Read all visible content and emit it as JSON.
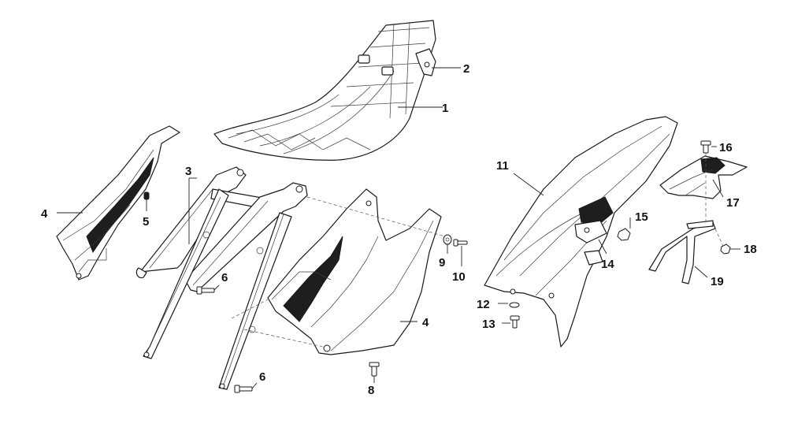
{
  "callouts": [
    {
      "id": "seat",
      "label": "1"
    },
    {
      "id": "seat-bracket",
      "label": "2"
    },
    {
      "id": "subframe",
      "label": "3"
    },
    {
      "id": "side-panel-left",
      "label": "4"
    },
    {
      "id": "clip",
      "label": "5"
    },
    {
      "id": "screw-subframe-upper",
      "label": "6"
    },
    {
      "id": "screw-subframe-lower",
      "label": "6"
    },
    {
      "id": "side-panel-right",
      "label": "4"
    },
    {
      "id": "screw-panel",
      "label": "8"
    },
    {
      "id": "washer-panel",
      "label": "9"
    },
    {
      "id": "screw-panel-top",
      "label": "10"
    },
    {
      "id": "rear-fender",
      "label": "11"
    },
    {
      "id": "washer-fender",
      "label": "12"
    },
    {
      "id": "screw-fender",
      "label": "13"
    },
    {
      "id": "bracket-fender",
      "label": "14"
    },
    {
      "id": "nut-fender",
      "label": "15"
    },
    {
      "id": "screw-plate",
      "label": "16"
    },
    {
      "id": "plate-holder",
      "label": "17"
    },
    {
      "id": "nut-plate",
      "label": "18"
    },
    {
      "id": "grab-handle",
      "label": "19"
    }
  ]
}
